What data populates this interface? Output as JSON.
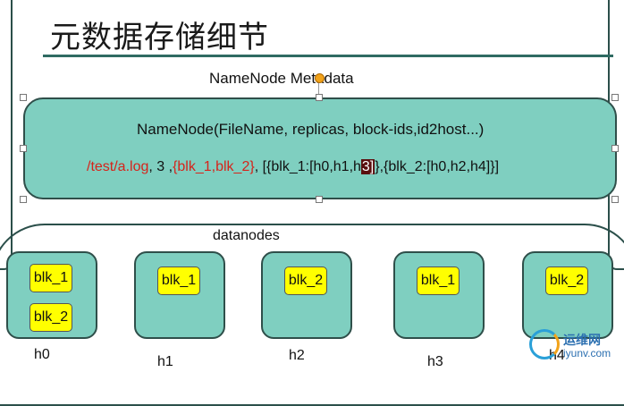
{
  "title": "元数据存储细节",
  "metadata_label": "NameNode Metadata",
  "namenode": {
    "line1": "NameNode(FileName, replicas, block-ids,id2host...)",
    "line2": {
      "path": "/test/a.log",
      "sep1": ", 3 ,",
      "blocks": "{blk_1,blk_2}",
      "sep2": ", [{blk_1:[h0,h1,h",
      "highlight": "3]",
      "rest": "},{blk_2:[h0,h2,h4]}]"
    }
  },
  "datanodes_label": "datanodes",
  "datanodes": [
    {
      "host": "h0",
      "blocks": [
        "blk_1",
        "blk_2"
      ]
    },
    {
      "host": "h1",
      "blocks": [
        "blk_1"
      ]
    },
    {
      "host": "h2",
      "blocks": [
        "blk_2"
      ]
    },
    {
      "host": "h3",
      "blocks": [
        "blk_1"
      ]
    },
    {
      "host": "h4",
      "blocks": [
        "blk_2"
      ]
    }
  ],
  "watermark": {
    "line1": "运维网",
    "line2": "iyunv.com"
  },
  "colors": {
    "box_fill": "#7fcfc0",
    "chip_fill": "#ffff00",
    "accent_red": "#d6231a",
    "rule": "#2f6b62"
  }
}
